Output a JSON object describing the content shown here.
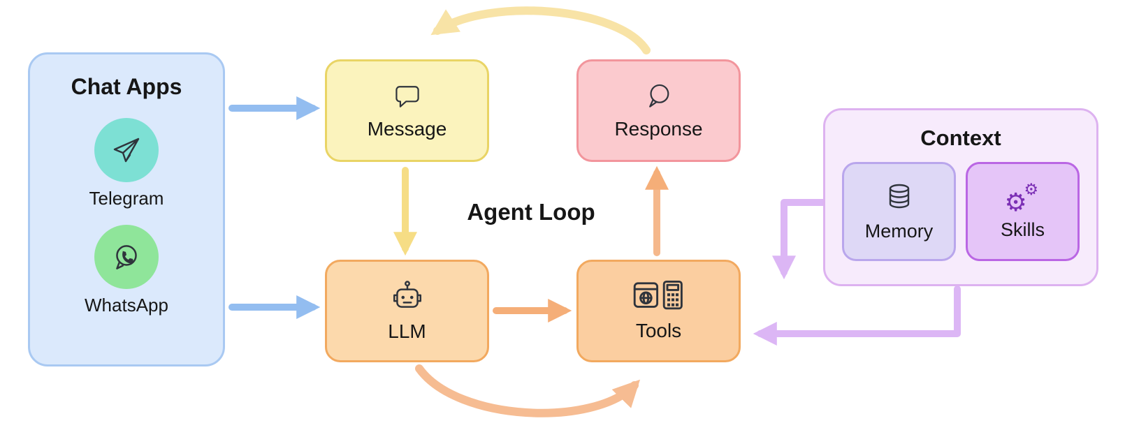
{
  "diagram": {
    "center_label": "Agent Loop",
    "chat_apps": {
      "title": "Chat Apps",
      "apps": [
        {
          "name": "Telegram",
          "icon": "telegram-icon",
          "circle_color": "#7de0d4"
        },
        {
          "name": "WhatsApp",
          "icon": "whatsapp-icon",
          "circle_color": "#8fe59a"
        }
      ]
    },
    "message": {
      "label": "Message",
      "icon": "speech-bubble-square-icon",
      "fill": "#fbf3bd",
      "border": "#e9d465"
    },
    "response": {
      "label": "Response",
      "icon": "speech-bubble-round-icon",
      "fill": "#fbcace",
      "border": "#f2959c"
    },
    "llm": {
      "label": "LLM",
      "icon": "robot-icon",
      "fill": "#fcd9ac",
      "border": "#f2a95f"
    },
    "tools": {
      "label": "Tools",
      "icon": "browser-calculator-icon",
      "fill": "#fbcea0",
      "border": "#f2a95f"
    },
    "context": {
      "title": "Context",
      "memory": {
        "label": "Memory",
        "icon": "database-icon",
        "fill": "#ded8f6",
        "border": "#b9a6ec"
      },
      "skills": {
        "label": "Skills",
        "icon": "gears-icon",
        "fill": "#e5c5f8",
        "border": "#ba66e4"
      }
    },
    "arrows": [
      {
        "name": "chat-apps-to-message",
        "color": "#93bdf0"
      },
      {
        "name": "chat-apps-to-llm",
        "color": "#93bdf0"
      },
      {
        "name": "message-to-llm",
        "color": "#f6dd85"
      },
      {
        "name": "response-to-message-loop",
        "color": "#f8e3a6"
      },
      {
        "name": "llm-to-tools",
        "color": "#f5ae78"
      },
      {
        "name": "tools-to-response",
        "color": "#f5b88c"
      },
      {
        "name": "llm-to-tools-loop",
        "color": "#f6bc92"
      },
      {
        "name": "context-to-tools-top",
        "color": "#dcb6f5"
      },
      {
        "name": "context-to-tools-side",
        "color": "#dcb6f5"
      }
    ],
    "colors": {
      "chat_apps_fill": "#dbe9fc",
      "chat_apps_border": "#a9c9f2",
      "context_fill": "#f7ebfc",
      "context_border": "#ddb2f0",
      "text": "#161616"
    }
  }
}
